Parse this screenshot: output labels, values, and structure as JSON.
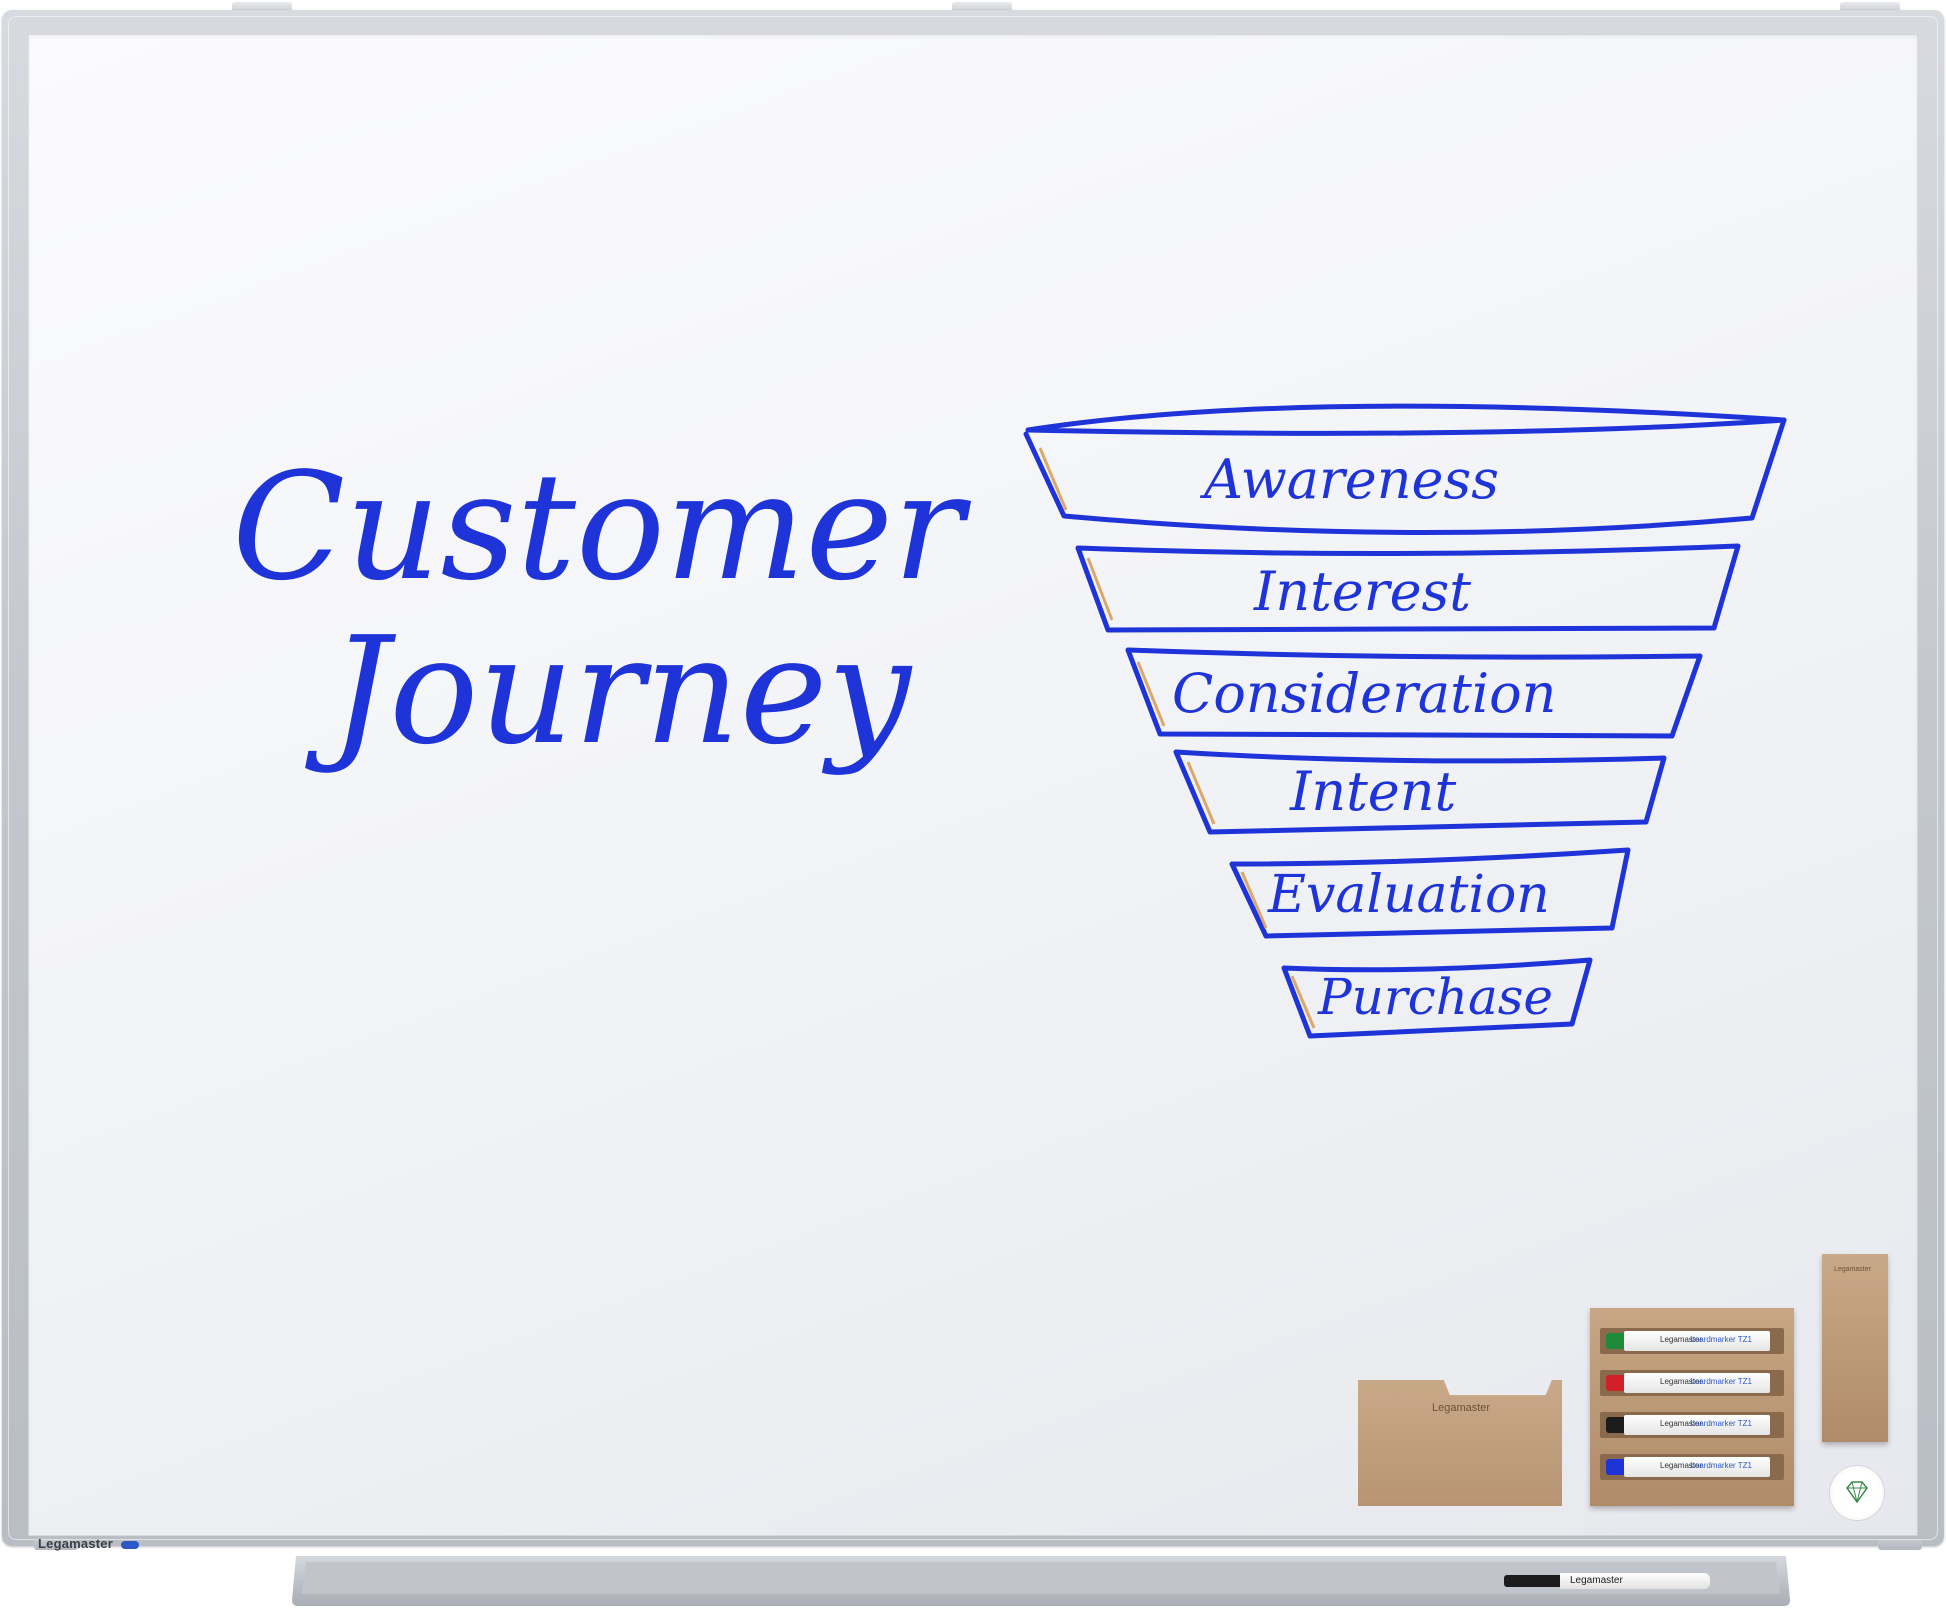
{
  "board": {
    "brand_name": "Legamaster",
    "colors": {
      "frame": "#c6c9cf",
      "surface": "#f4f5f8",
      "ink": "#1e34d8",
      "brand_badge": "#2d58c8",
      "cork": "#b8946f"
    }
  },
  "handwriting": {
    "title_line_1": "Customer",
    "title_line_2": "Journey",
    "funnel_stages": [
      "Awareness",
      "Interest",
      "Consideration",
      "Intent",
      "Evaluation",
      "Purchase"
    ]
  },
  "accessories": {
    "eraser_brand": "Legamaster",
    "small_board_brand": "Legamaster",
    "markers": [
      {
        "brand": "Legamaster",
        "label": "boardmarker TZ1",
        "cap_color": "#1f8a3a"
      },
      {
        "brand": "Legamaster",
        "label": "boardmarker TZ1",
        "cap_color": "#d2202a"
      },
      {
        "brand": "Legamaster",
        "label": "boardmarker TZ1",
        "cap_color": "#1b1b1b"
      },
      {
        "brand": "Legamaster",
        "label": "boardmarker TZ1",
        "cap_color": "#1e34d8"
      }
    ],
    "tray_marker": {
      "brand": "Legamaster"
    }
  }
}
